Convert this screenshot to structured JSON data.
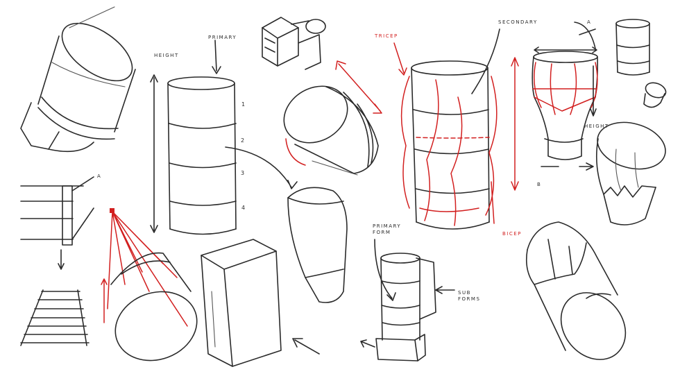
{
  "labels": {
    "height": "HEIGHT",
    "primary": "PRIMARY",
    "secondary": "SECONDARY",
    "tricep": "TRICEP",
    "bicep": "BICEP",
    "primary_form": "PRIMARY FORM",
    "sub_forms": "SUB FORMS",
    "a_top": "A",
    "a_left": "A",
    "b_right": "B",
    "height_small": "HEIGHT"
  },
  "section_numbers": [
    "1",
    "2",
    "3",
    "4"
  ],
  "colors": {
    "ink": "#2a2a2a",
    "accent": "#d21f1f",
    "paper": "#ffffff"
  }
}
